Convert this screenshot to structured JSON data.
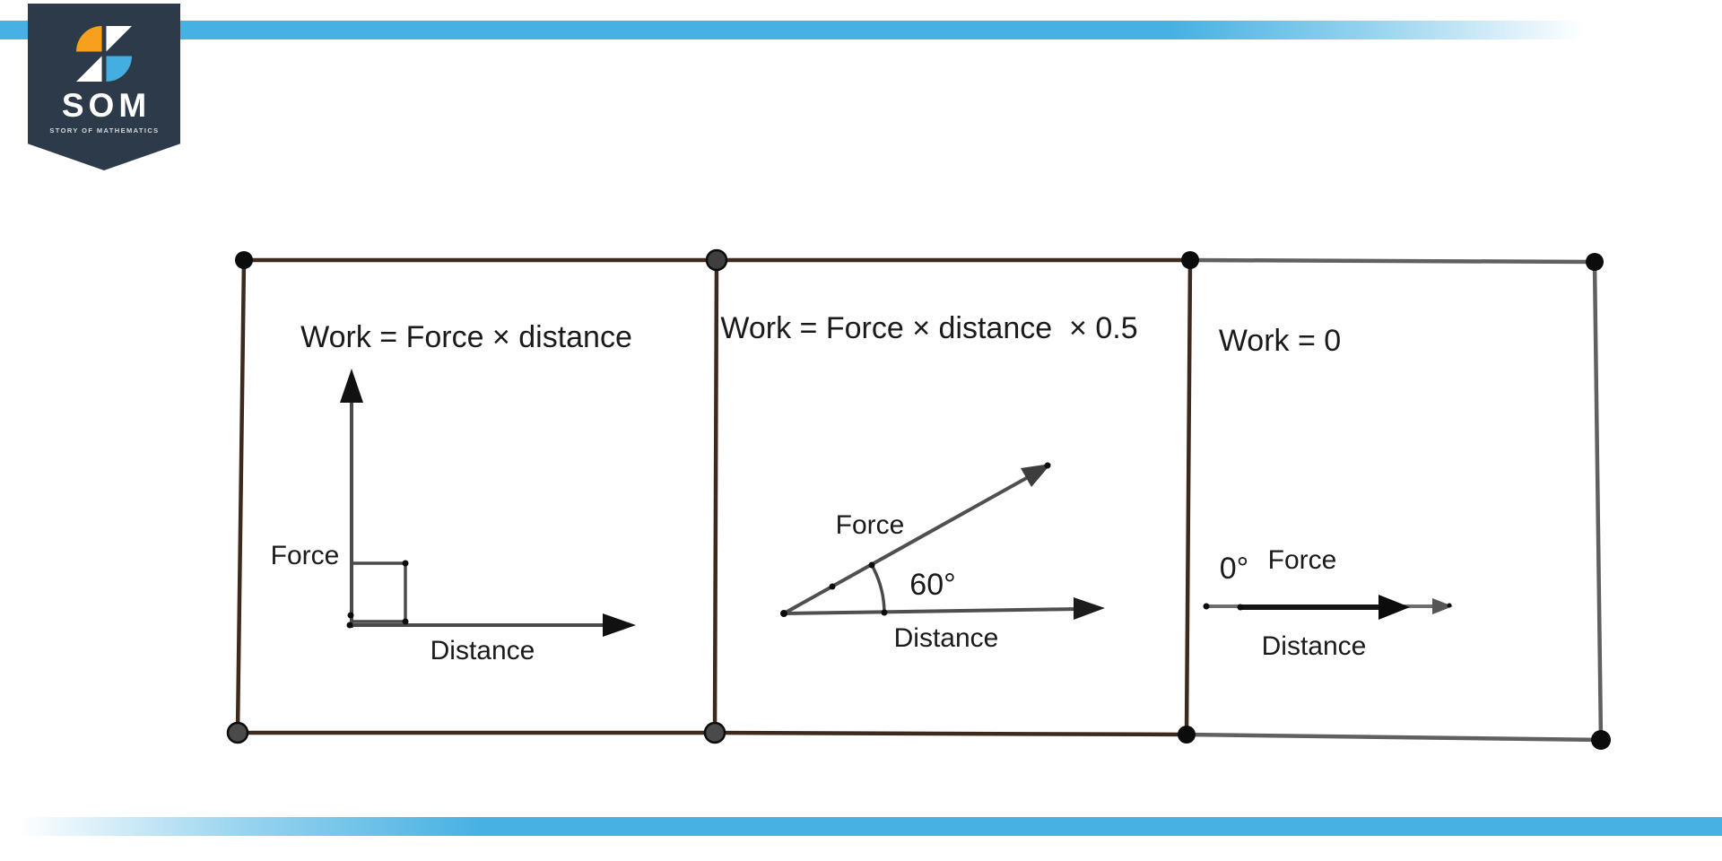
{
  "branding": {
    "logo_text": "SOM",
    "logo_subtext": "STORY OF MATHEMATICS"
  },
  "colors": {
    "accent_blue": "#46b1e2",
    "banner_navy": "#2c3a49",
    "logo_orange": "#f7a01d",
    "logo_blue": "#45aee0",
    "panel_border_brown": "#3d2a1d",
    "panel_border_gray": "#606060",
    "arrow_gray": "#4a4a4a",
    "text_black": "#1a1a1a"
  },
  "panels": [
    {
      "formula": "Work = Force × distance",
      "force_label": "Force",
      "distance_label": "Distance"
    },
    {
      "formula": "Work = Force × distance  × 0.5",
      "force_label": "Force",
      "distance_label": "Distance",
      "angle_label": "60°"
    },
    {
      "formula": "Work = 0",
      "force_label": "Force",
      "distance_label": "Distance",
      "angle_label": "0°"
    }
  ]
}
